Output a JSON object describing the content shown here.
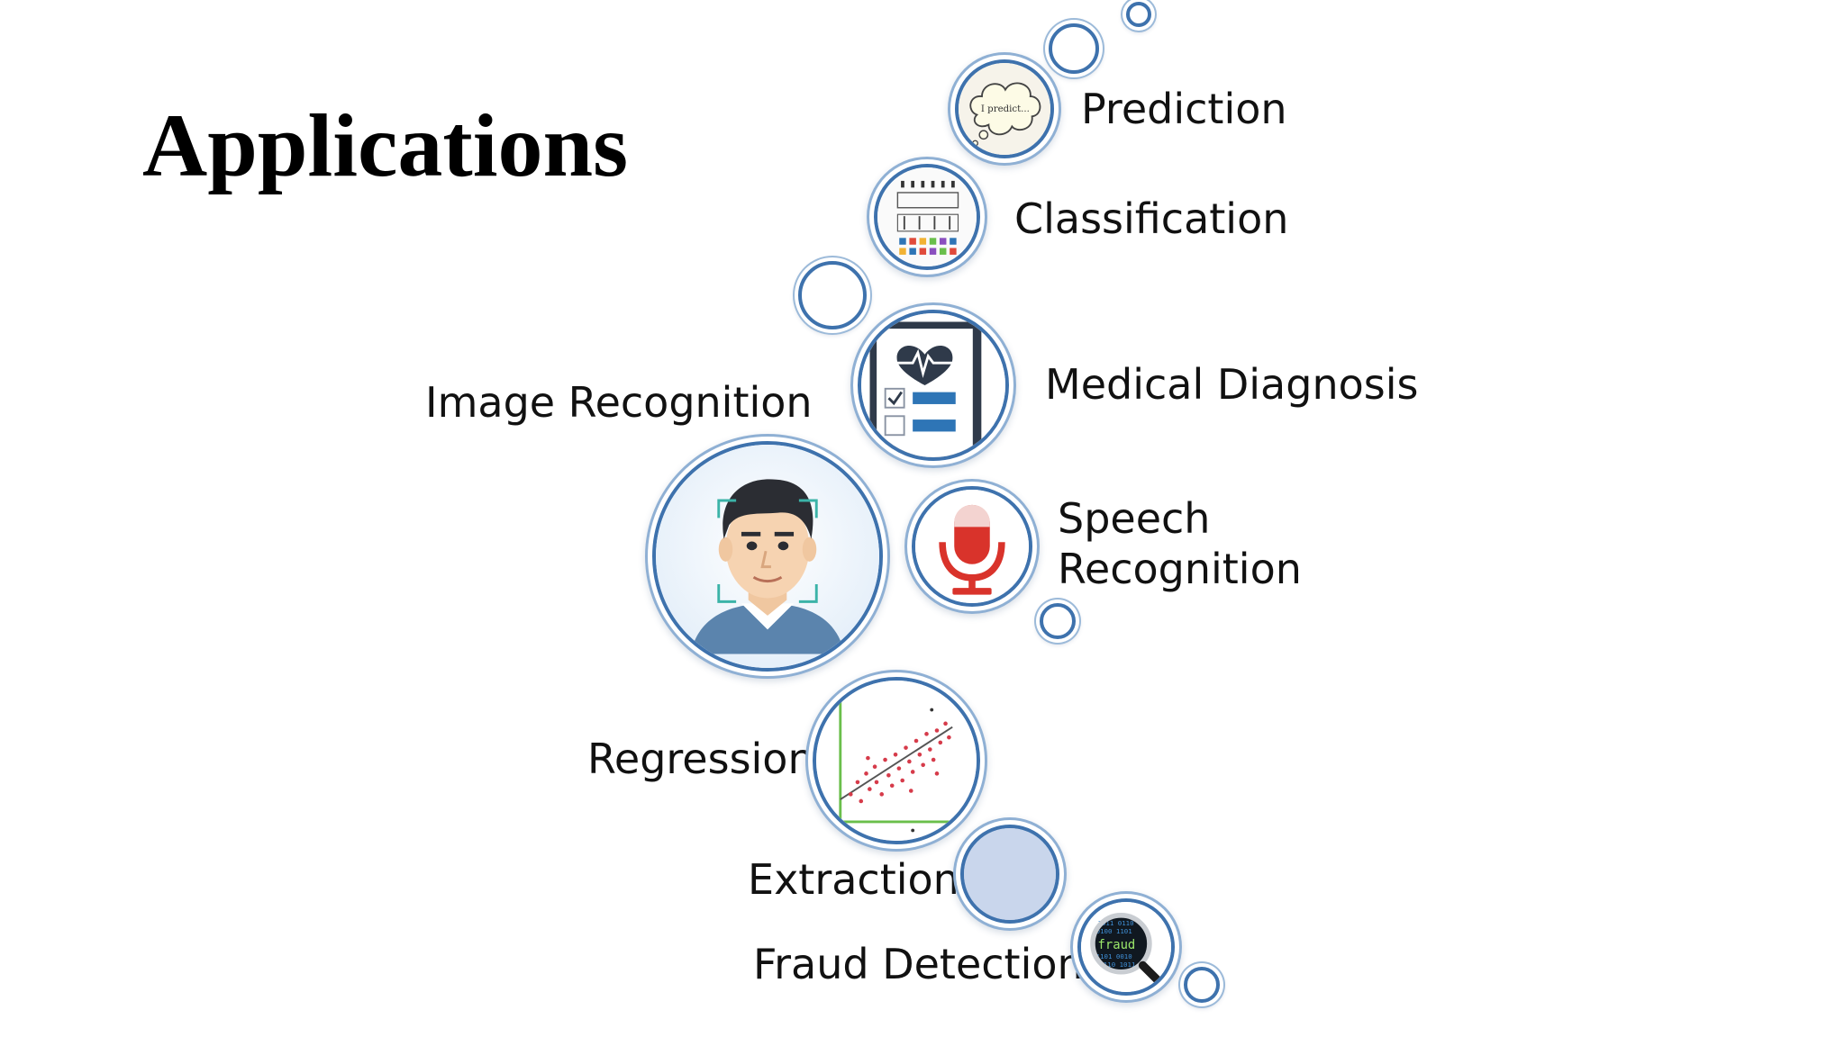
{
  "slide": {
    "title": "Applications",
    "items": [
      {
        "key": "prediction",
        "label": "Prediction",
        "icon": "thought-cloud-icon",
        "icon_text": "I predict..."
      },
      {
        "key": "classification",
        "label": "Classification",
        "icon": "classification-grid-icon"
      },
      {
        "key": "medical",
        "label": "Medical Diagnosis",
        "icon": "medical-clipboard-icon"
      },
      {
        "key": "image",
        "label": "Image Recognition",
        "icon": "face-scan-icon"
      },
      {
        "key": "speech",
        "label": "Speech Recognition",
        "icon": "microphone-icon"
      },
      {
        "key": "regression",
        "label": "Regression",
        "icon": "scatter-regression-icon"
      },
      {
        "key": "extraction",
        "label": "Extraction",
        "icon": "empty-bubble-icon"
      },
      {
        "key": "fraud",
        "label": "Fraud Detection",
        "icon": "magnifier-code-icon",
        "icon_text": "fraud"
      }
    ]
  },
  "colors": {
    "ring": "#3e72ad",
    "ring_outer": "#8fb0d4",
    "extraction_fill": "#c9d6ec",
    "mic_red": "#d9332b",
    "medical_blue": "#2e75b6",
    "regression_green": "#6abf4b"
  }
}
